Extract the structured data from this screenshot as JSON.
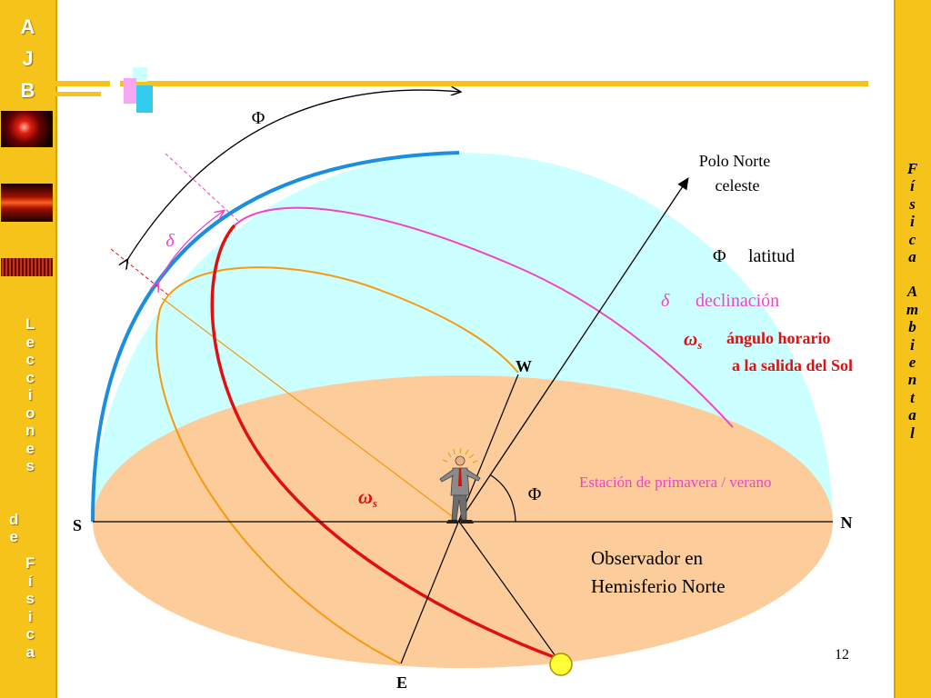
{
  "sidebar_left": {
    "initials": [
      "A",
      "J",
      "B"
    ],
    "word1": [
      "L",
      "e",
      "c",
      "c",
      "i",
      "o",
      "n",
      "e",
      "s"
    ],
    "word2": [
      "d",
      "e"
    ],
    "word3": [
      "F",
      "í",
      "s",
      "i",
      "c",
      "a"
    ]
  },
  "sidebar_right": {
    "word1": [
      "F",
      "í",
      "s",
      "i",
      "c",
      "a"
    ],
    "word2": [
      "A",
      "m",
      "b",
      "i",
      "e",
      "n",
      "t",
      "a",
      "l"
    ]
  },
  "diagram": {
    "phi_top": "Φ",
    "delta_arc": "δ",
    "pole_line1": "Polo Norte",
    "pole_line2": "celeste",
    "legend_phi_symbol": "Φ",
    "legend_phi_text": "latitud",
    "legend_delta_symbol": "δ",
    "legend_delta_text": "declinación",
    "legend_omega_symbol": "ω",
    "legend_omega_sub": "s",
    "legend_omega_line1": "ángulo horario",
    "legend_omega_line2": "a la salida del Sol",
    "label_w": "W",
    "label_s": "S",
    "label_n": "N",
    "label_e": "E",
    "phi_angle": "Φ",
    "omega_s_symbol": "ω",
    "omega_s_sub": "s",
    "season": "Estación de primavera / verano",
    "observer_line1": "Observador en",
    "observer_line2": "Hemisferio Norte",
    "page_number": "12"
  },
  "colors": {
    "sidebar": "#f5c31a",
    "sky": "#ccffff",
    "ground": "#fccc9a",
    "meridian": "#1a8fe0",
    "sun_path": "#e01010",
    "declination": "#ee44cc",
    "equator": "#f59a10",
    "sun": "#ffff33"
  }
}
